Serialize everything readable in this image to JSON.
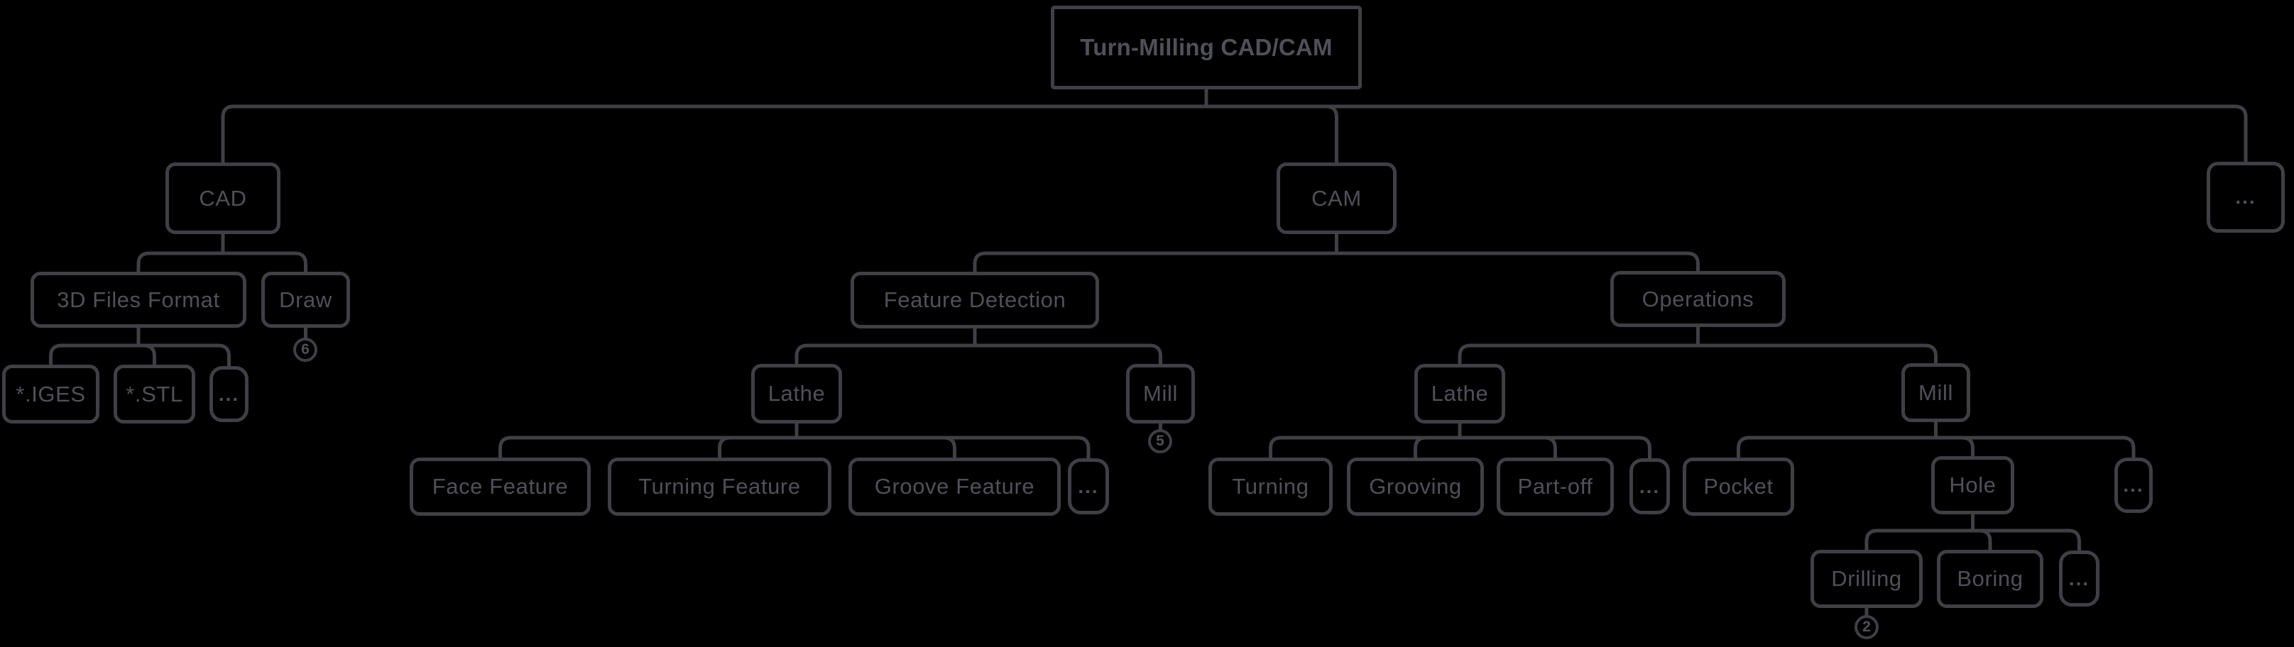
{
  "colors": {
    "background": "#000000",
    "line": "#3f3f46",
    "text": "#50505a"
  },
  "nodes": {
    "root": "Turn-Milling CAD/CAM",
    "cad": "CAD",
    "cam": "CAM",
    "more_top": "...",
    "files3d": "3D Files Format",
    "draw": "Draw",
    "feature_detection": "Feature Detection",
    "operations": "Operations",
    "iges": "*.IGES",
    "stl": "*.STL",
    "more_files": "...",
    "lathe_fd": "Lathe",
    "mill_fd": "Mill",
    "lathe_ops": "Lathe",
    "mill_ops": "Mill",
    "face_feature": "Face Feature",
    "turning_feature": "Turning Feature",
    "groove_feature": "Groove Feature",
    "more_lathe_fd": "...",
    "turning": "Turning",
    "grooving": "Grooving",
    "part_off": "Part-off",
    "more_lathe_ops": "...",
    "pocket": "Pocket",
    "hole": "Hole",
    "more_mill_ops": "...",
    "drilling": "Drilling",
    "boring": "Boring",
    "more_hole": "..."
  },
  "badges": {
    "draw_collapsed_count": "6",
    "mill_fd_collapsed_count": "5",
    "drilling_collapsed_count": "2"
  },
  "structure": {
    "root": [
      "cad",
      "cam",
      "more_top"
    ],
    "cad": [
      "files3d",
      "draw"
    ],
    "files3d": [
      "iges",
      "stl",
      "more_files"
    ],
    "cam": [
      "feature_detection",
      "operations"
    ],
    "feature_detection": [
      "lathe_fd",
      "mill_fd"
    ],
    "lathe_fd": [
      "face_feature",
      "turning_feature",
      "groove_feature",
      "more_lathe_fd"
    ],
    "operations": [
      "lathe_ops",
      "mill_ops"
    ],
    "lathe_ops": [
      "turning",
      "grooving",
      "part_off",
      "more_lathe_ops"
    ],
    "mill_ops": [
      "pocket",
      "hole",
      "more_mill_ops"
    ],
    "hole": [
      "drilling",
      "boring",
      "more_hole"
    ]
  }
}
